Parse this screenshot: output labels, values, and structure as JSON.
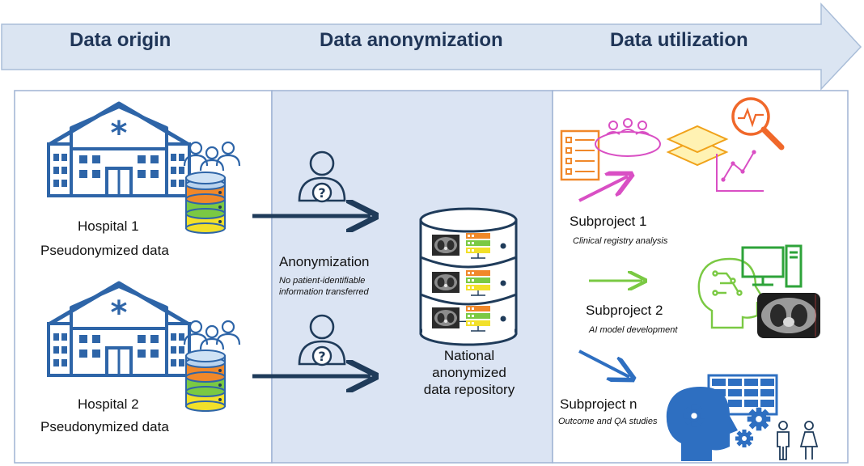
{
  "banner": {
    "stage_1": "Data origin",
    "stage_2": "Data anonymization",
    "stage_3": "Data utilization"
  },
  "origin": {
    "hospitals": [
      {
        "name": "Hospital 1",
        "data_label": "Pseudonymized data"
      },
      {
        "name": "Hospital 2",
        "data_label": "Pseudonymized data"
      }
    ]
  },
  "anonymization": {
    "title": "Anonymization",
    "note_line_1": "No patient-identifiable",
    "note_line_2": "information transferred"
  },
  "repository": {
    "line_1": "National",
    "line_2": "anonymized",
    "line_3": "data repository"
  },
  "utilization": {
    "subprojects": [
      {
        "name": "Subproject 1",
        "description": "Clinical registry analysis"
      },
      {
        "name": "Subproject 2",
        "description": "AI model development"
      },
      {
        "name": "Subproject n",
        "description": "Outcome and QA studies"
      }
    ]
  },
  "colors": {
    "banner_fill": "#dbe5f2",
    "banner_border": "#a9bdd8",
    "middle_panel": "#dbe4f3",
    "panel_border": "#9fb3d4",
    "hospital_icon": "#2e65a8",
    "arrow_dark": "#1f3b5a",
    "arrow_pink": "#d94fc4",
    "arrow_green": "#7ac943",
    "arrow_blue": "#2e6fc1"
  }
}
